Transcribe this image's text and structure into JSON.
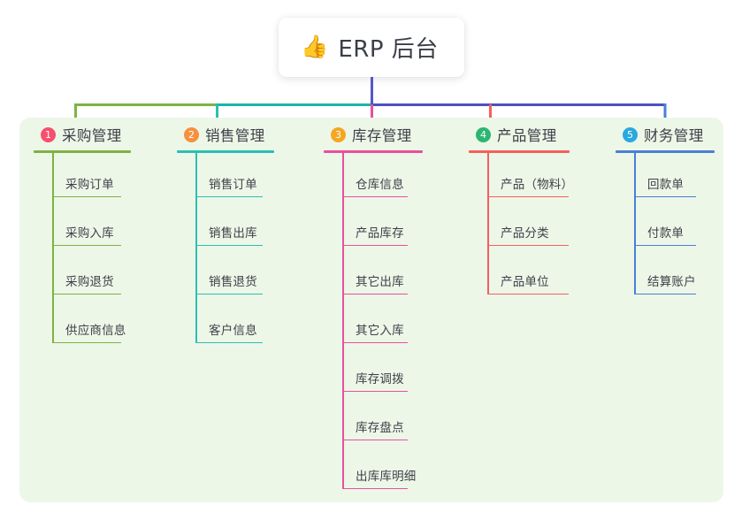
{
  "root": {
    "icon": "thumbs-up-icon",
    "emoji": "👍",
    "title": "ERP 后台",
    "stem_color": "#5458c8"
  },
  "panel": {
    "background": "#edf7e8"
  },
  "bus": {
    "segments": [
      {
        "name": "green-segment",
        "color": "#7cb342"
      },
      {
        "name": "teal-segment",
        "color": "#1bb5a8"
      },
      {
        "name": "indigo-segment",
        "color": "#4a52bf"
      }
    ]
  },
  "columns": [
    {
      "number": "1",
      "title": "采购管理",
      "color": "#7cb342",
      "badge_color": "#f5506e",
      "items": [
        "采购订单",
        "采购入库",
        "采购退货",
        "供应商信息"
      ]
    },
    {
      "number": "2",
      "title": "销售管理",
      "color": "#2bbfb4",
      "badge_color": "#f5913e",
      "items": [
        "销售订单",
        "销售出库",
        "销售退货",
        "客户信息"
      ]
    },
    {
      "number": "3",
      "title": "库存管理",
      "color": "#ea4f9e",
      "badge_color": "#f5a623",
      "items": [
        "仓库信息",
        "产品库存",
        "其它出库",
        "其它入库",
        "库存调拨",
        "库存盘点",
        "出库库明细"
      ]
    },
    {
      "number": "4",
      "title": "产品管理",
      "color": "#f4605c",
      "badge_color": "#2bb673",
      "items": [
        "产品（物料）",
        "产品分类",
        "产品单位"
      ]
    },
    {
      "number": "5",
      "title": "财务管理",
      "color": "#4a7fd4",
      "badge_color": "#29a9e0",
      "items": [
        "回款单",
        "付款单",
        "结算账户"
      ]
    }
  ]
}
